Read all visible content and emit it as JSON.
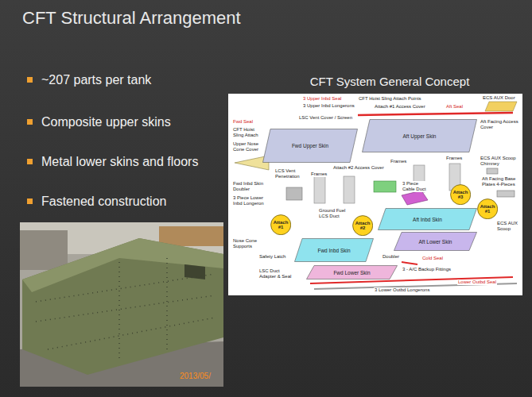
{
  "diagram": {
    "title": "CFT Structural Arrangement",
    "nodes": [
      {
        "text": [
          "CFT System General Concept"
        ]
      },
      {
        "text": [
          "Fwd Upper Skin"
        ],
        "in": 0
      },
      {
        "text": [
          "Aft Upper Skin"
        ],
        "in": 0
      },
      {
        "text": [
          "Attach #3"
        ],
        "in": 0
      },
      {
        "text": [
          "Attach #1"
        ],
        "in": 0
      },
      {
        "text": [
          "Attach #1"
        ],
        "in": 0
      },
      {
        "text": [
          "Attach #2"
        ],
        "in": 0
      },
      {
        "text": [
          "Aft Inbd Skin"
        ],
        "in": 0
      },
      {
        "text": [
          "Aft Lower Skin"
        ],
        "in": 0
      },
      {
        "text": [
          "Fwd Inbd Skin"
        ],
        "in": 0
      },
      {
        "text": [
          "Fwd Lower Skin"
        ],
        "in": 0
      }
    ],
    "labels": [
      "~207 parts per tank",
      "Composite upper skins",
      "Metal lower skins and floors",
      "Fastened construction",
      "3 Upper Inbd Seal",
      "CFT Hoist Sling Attach Points",
      "ECS AUX Door",
      "3 Upper Inbd Longerons",
      "Attach #1 Access Cover",
      "Aft Seal",
      "LSC Vent Cover / Screen",
      "Fwd Seal",
      "CFT Hoist Sling Attach",
      "Aft Facing Access Cover",
      "Upper Nose Cone Cover",
      "ECS AUX Scoop Chimney",
      "Frames",
      "Frames",
      "Attach #2 Access Cover",
      "LCS Vent Penetration",
      "Frames",
      "Aft Facing Base Plates 4-Pieces",
      "Fwd Inbd Skin Doubler",
      "3 Piece Cable Duct",
      "3 Piece Lower Inbd Longeron",
      "Ground Fuel LCS Duct",
      "ECS AUX Scoop",
      "Nose Cone Supports",
      "Safety Latch",
      "Doubler",
      "Cold Seal",
      "LSC Duct Adapter & Seal",
      "3 - A/C Backup Fittings",
      "Lower Outbd Seal",
      "3 Lower Outbd Longerons",
      "2013/05/"
    ]
  }
}
